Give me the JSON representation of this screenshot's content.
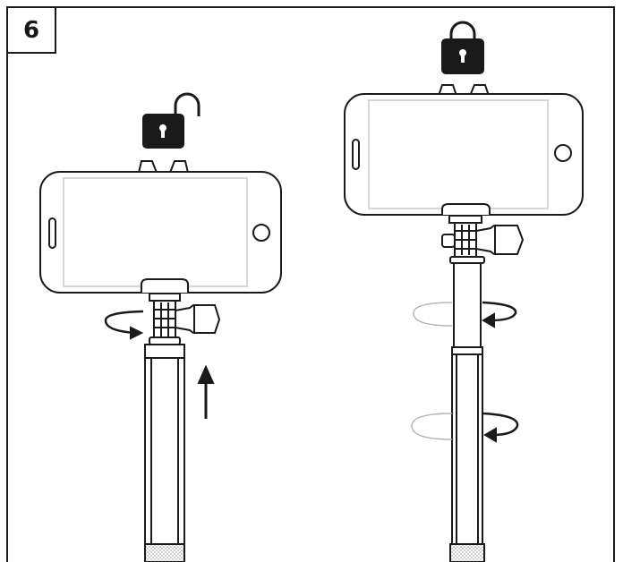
{
  "step_number": "6",
  "colors": {
    "line": "#1a1a1a",
    "fill": "#ffffff",
    "lock": "#1a1a1a",
    "screen_line": "#c8c8c8",
    "grip": "#bdbdbd"
  },
  "left_illustration": {
    "lock_state": "unlocked",
    "lock_icon": "unlocked-padlock-icon",
    "arrow": "up-arrow-icon",
    "rotation": "rotate-arrow-icon"
  },
  "right_illustration": {
    "lock_state": "locked",
    "lock_icon": "locked-padlock-icon",
    "rotation": "rotate-arrow-icon"
  }
}
